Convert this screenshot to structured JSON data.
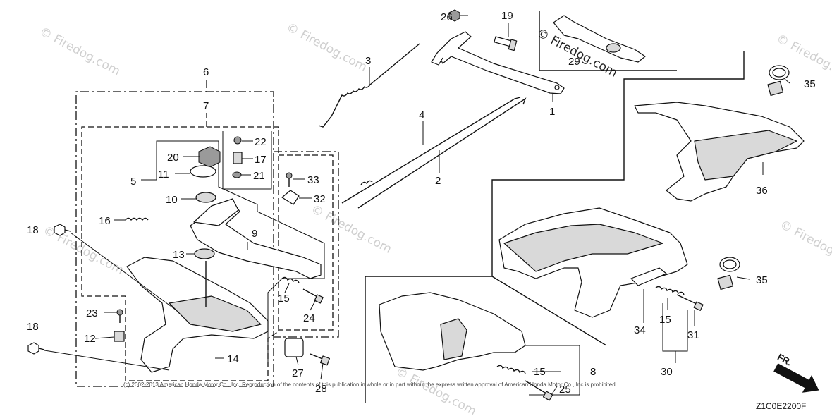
{
  "watermarks": [
    {
      "text": "© Firedog.com"
    },
    {
      "text": "© Firedog.com"
    },
    {
      "text": "© Firedog.com"
    },
    {
      "text": "© Firedog.com"
    },
    {
      "text": "© Firedog.com"
    },
    {
      "text": "© Firedog.com"
    },
    {
      "text": "© Firedog.com"
    },
    {
      "text": "© Firedog.com"
    }
  ],
  "callouts": {
    "c1": "1",
    "c2": "2",
    "c3": "3",
    "c4": "4",
    "c5": "5",
    "c6": "6",
    "c7": "7",
    "c8": "8",
    "c9": "9",
    "c10": "10",
    "c11": "11",
    "c12": "12",
    "c13": "13",
    "c14": "14",
    "c15a": "15",
    "c15b": "15",
    "c15c": "15",
    "c16": "16",
    "c17": "17",
    "c18a": "18",
    "c18b": "18",
    "c19": "19",
    "c20": "20",
    "c21": "21",
    "c22": "22",
    "c23": "23",
    "c24": "24",
    "c25": "25",
    "c26": "26",
    "c27": "27",
    "c28": "28",
    "c29": "29",
    "c30": "30",
    "c31": "31",
    "c32": "32",
    "c33": "33",
    "c34": "34",
    "c35a": "35",
    "c35b": "35",
    "c36": "36"
  },
  "copyright": "(c) 2002-2013 American Honda Motor Co., Inc. Reproduction of the contents of this publication in whole or in part without the express written approval of American Honda Motor Co., Inc is prohibited.",
  "diagram_code": "Z1C0E2200F",
  "direction_label": "FR."
}
